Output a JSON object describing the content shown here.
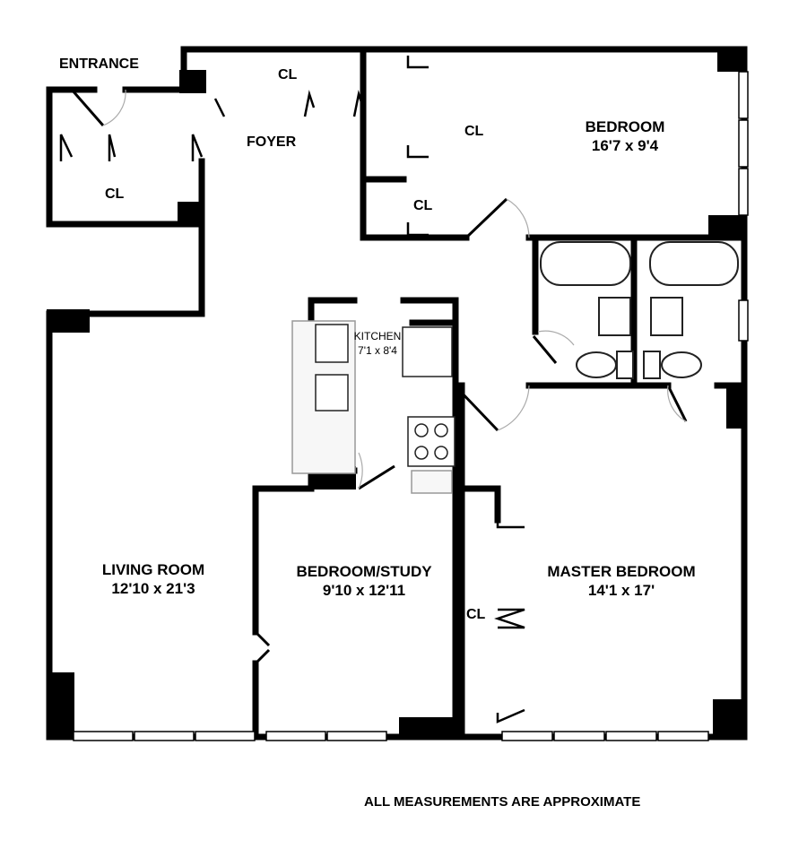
{
  "labels": {
    "entrance": "ENTRANCE",
    "foyer": "FOYER",
    "closet": "CL",
    "bedroom": {
      "name": "BEDROOM",
      "size": "16'7 x 9'4"
    },
    "kitchen": {
      "name": "KITCHEN",
      "size": "7'1 x 8'4"
    },
    "living_room": {
      "name": "LIVING ROOM",
      "size": "12'10 x 21'3"
    },
    "bedroom_study": {
      "name": "BEDROOM/STUDY",
      "size": "9'10 x 12'11"
    },
    "master_bedroom": {
      "name": "MASTER BEDROOM",
      "size": "14'1 x 17'"
    }
  },
  "footer_note": "ALL MEASUREMENTS ARE APPROXIMATE",
  "colors": {
    "wall": "#000000",
    "fixture": "#222222",
    "window": "#ffffff",
    "door_swing": "#aaaaaa"
  }
}
